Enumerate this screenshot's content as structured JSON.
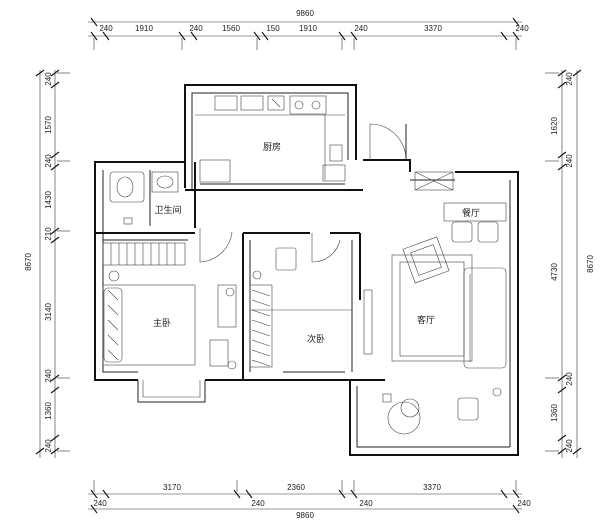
{
  "rooms": {
    "kitchen": "厨房",
    "bathroom": "卫生间",
    "dining": "餐厅",
    "master_bedroom": "主卧",
    "second_bedroom": "次卧",
    "living_room": "客厅"
  },
  "dimensions": {
    "top_total": "9860",
    "top_segments": [
      "240",
      "1910",
      "240",
      "1560",
      "150",
      "1910",
      "240",
      "3370",
      "240"
    ],
    "bottom_total": "9860",
    "bottom_segments": [
      "240",
      "3170",
      "240",
      "2360",
      "240",
      "3370",
      "240"
    ],
    "left_total": "8670",
    "left_segments": [
      "240",
      "1570",
      "240",
      "1430",
      "210",
      "3140",
      "240",
      "1360",
      "240"
    ],
    "right_total": "8670",
    "right_segments": [
      "240",
      "1620",
      "240",
      "4730",
      "240",
      "1360",
      "240"
    ]
  }
}
